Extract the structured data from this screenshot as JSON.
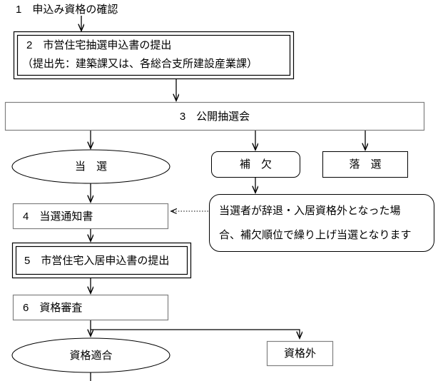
{
  "diagram": {
    "title_step": "1　申込み資格の確認",
    "nodes": {
      "step2_line1": "2　市営住宅抽選申込書の提出",
      "step2_line2": "（提出先：建築課又は、各総合支所建設産業課）",
      "step3": "3　公開抽選会",
      "result_win": "当　選",
      "result_reserve": "補　欠",
      "result_lose": "落　選",
      "step4": "4　当選通知書",
      "step5": "5　市営住宅入居申込書の提出",
      "step6": "6　資格審査",
      "result_qualified": "資格適合",
      "result_unqualified": "資格外",
      "note_line1": "当選者が辞退・入居資格外となった場",
      "note_line2": "合、補欠順位で繰り上げ当選となります"
    },
    "colors": {
      "line_black": "#000000",
      "line_gray": "#808080",
      "text": "#000000",
      "background": "#ffffff"
    }
  }
}
